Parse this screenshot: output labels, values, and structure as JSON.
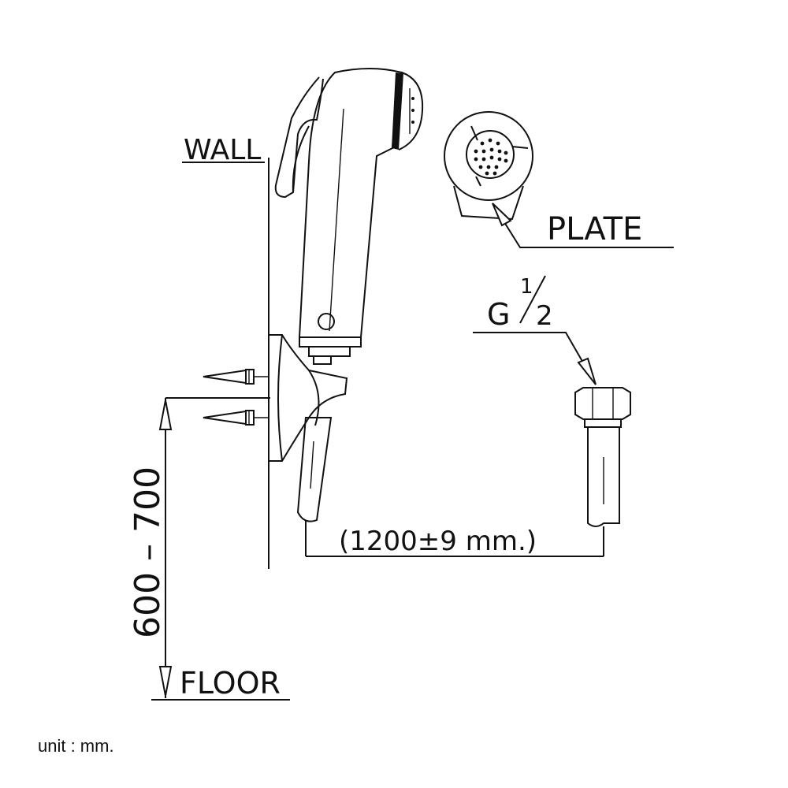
{
  "labels": {
    "wall": "WALL",
    "plate": "PLATE",
    "thread_g": "G",
    "thread_num": "1",
    "thread_den": "2",
    "hose_length": "(1200±9  mm.)",
    "height": "600 – 700",
    "floor": "FLOOR",
    "unit": "unit : mm."
  },
  "colors": {
    "line": "#111111",
    "background": "#ffffff"
  }
}
